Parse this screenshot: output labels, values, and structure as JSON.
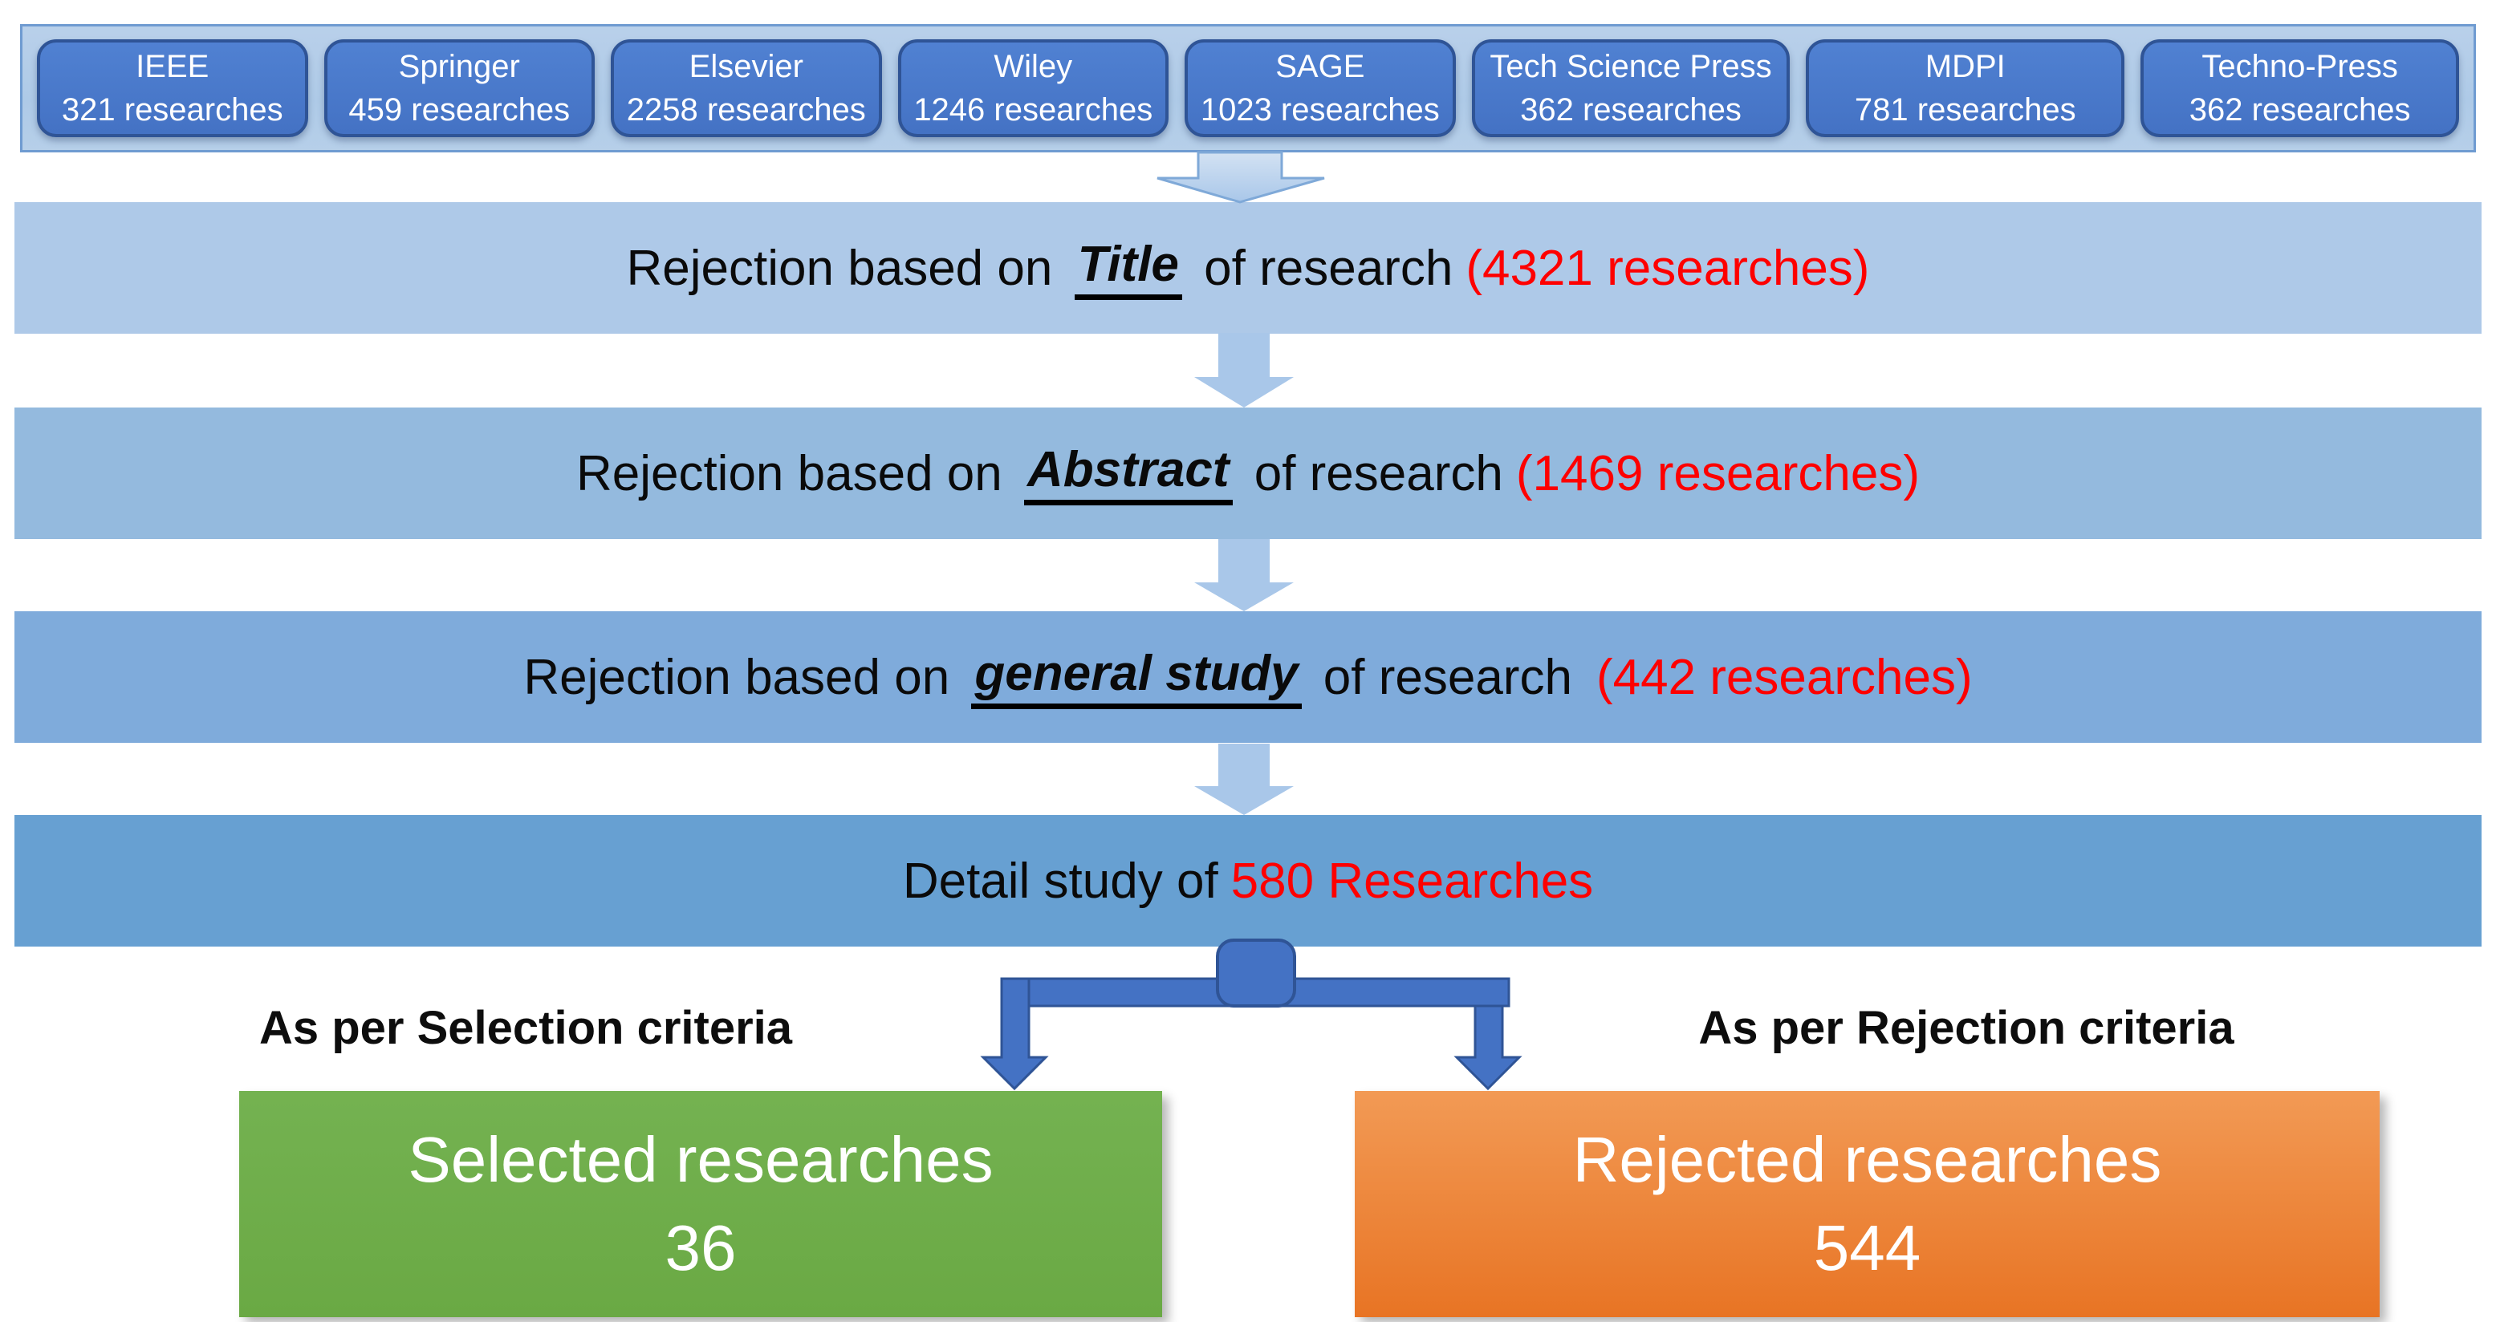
{
  "sources": [
    {
      "name": "IEEE",
      "count": "321 researches"
    },
    {
      "name": "Springer",
      "count": "459 researches"
    },
    {
      "name": "Elsevier",
      "count": "2258 researches"
    },
    {
      "name": "Wiley",
      "count": "1246 researches"
    },
    {
      "name": "SAGE",
      "count": "1023 researches"
    },
    {
      "name": "Tech Science Press",
      "count": "362 researches"
    },
    {
      "name": "MDPI",
      "count": "781 researches"
    },
    {
      "name": "Techno-Press",
      "count": "362 researches"
    }
  ],
  "stages": [
    {
      "prefix": "Rejection based on ",
      "keyword": "Title",
      "suffix": " of research",
      "count": "(4321 researches)"
    },
    {
      "prefix": "Rejection based on ",
      "keyword": "Abstract",
      "suffix": " of research",
      "count": "(1469 researches)"
    },
    {
      "prefix": "Rejection based on ",
      "keyword": "general study",
      "suffix": " of research",
      "count": "(442 researches)"
    }
  ],
  "detail_stage": {
    "prefix": "Detail study of",
    "highlight": "580 Researches"
  },
  "branches": {
    "left_label": "As per Selection criteria",
    "right_label": "As per Rejection criteria",
    "selected": {
      "title": "Selected researches",
      "count": "36"
    },
    "rejected": {
      "title": "Rejected researches",
      "count": "544"
    }
  },
  "colors": {
    "source_box_fill": "#4472c4",
    "source_box_border": "#2f5496",
    "band_1": "#aec9e8",
    "band_2": "#94bade",
    "band_3": "#7fabdb",
    "band_4": "#67a0d2",
    "highlight_red": "#fe0000",
    "selected_green": "#6fad4b",
    "rejected_orange": "#ed7d31",
    "arrow_blue": "#4472c4",
    "light_arrow_blue": "#a9c7e9"
  }
}
